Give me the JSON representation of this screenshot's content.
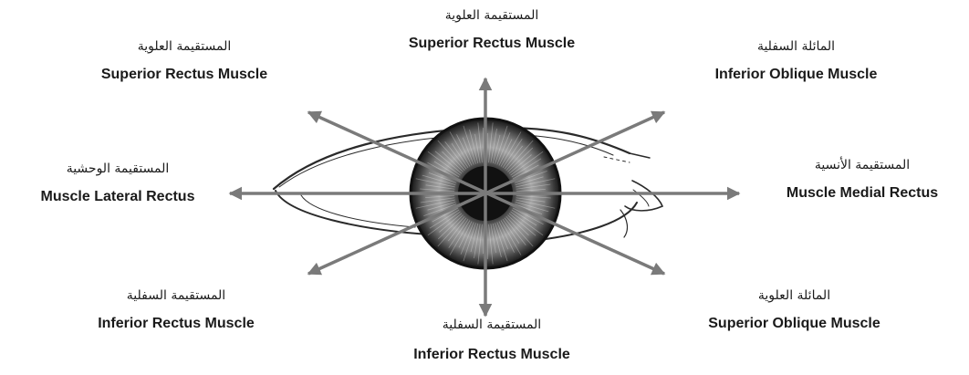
{
  "labels": {
    "top": {
      "ar": "المستقيمة العلوية",
      "en": "Superior Rectus Muscle"
    },
    "upper_left": {
      "ar": "المستقيمة العلوية",
      "en": "Superior Rectus Muscle"
    },
    "upper_right": {
      "ar": "المائلة السفلية",
      "en": "Inferior Oblique Muscle"
    },
    "left": {
      "ar": "المستقيمة الوحشية",
      "en": "Muscle Lateral Rectus"
    },
    "right": {
      "ar": "المستقيمة الأنسية",
      "en": "Muscle Medial Rectus"
    },
    "lower_left": {
      "ar": "المستقيمة السفلية",
      "en": "Inferior Rectus Muscle"
    },
    "lower_right": {
      "ar": "المائلة العلوية",
      "en": "Superior Oblique Muscle"
    },
    "bottom": {
      "ar": "المستقيمة السفلية",
      "en": "Inferior Rectus Muscle"
    }
  },
  "colors": {
    "arrow": "#7a7a7a",
    "iris_dark": "#1e1e1e",
    "iris_mid": "#8c8c8c",
    "outline": "#2a2a2a"
  }
}
